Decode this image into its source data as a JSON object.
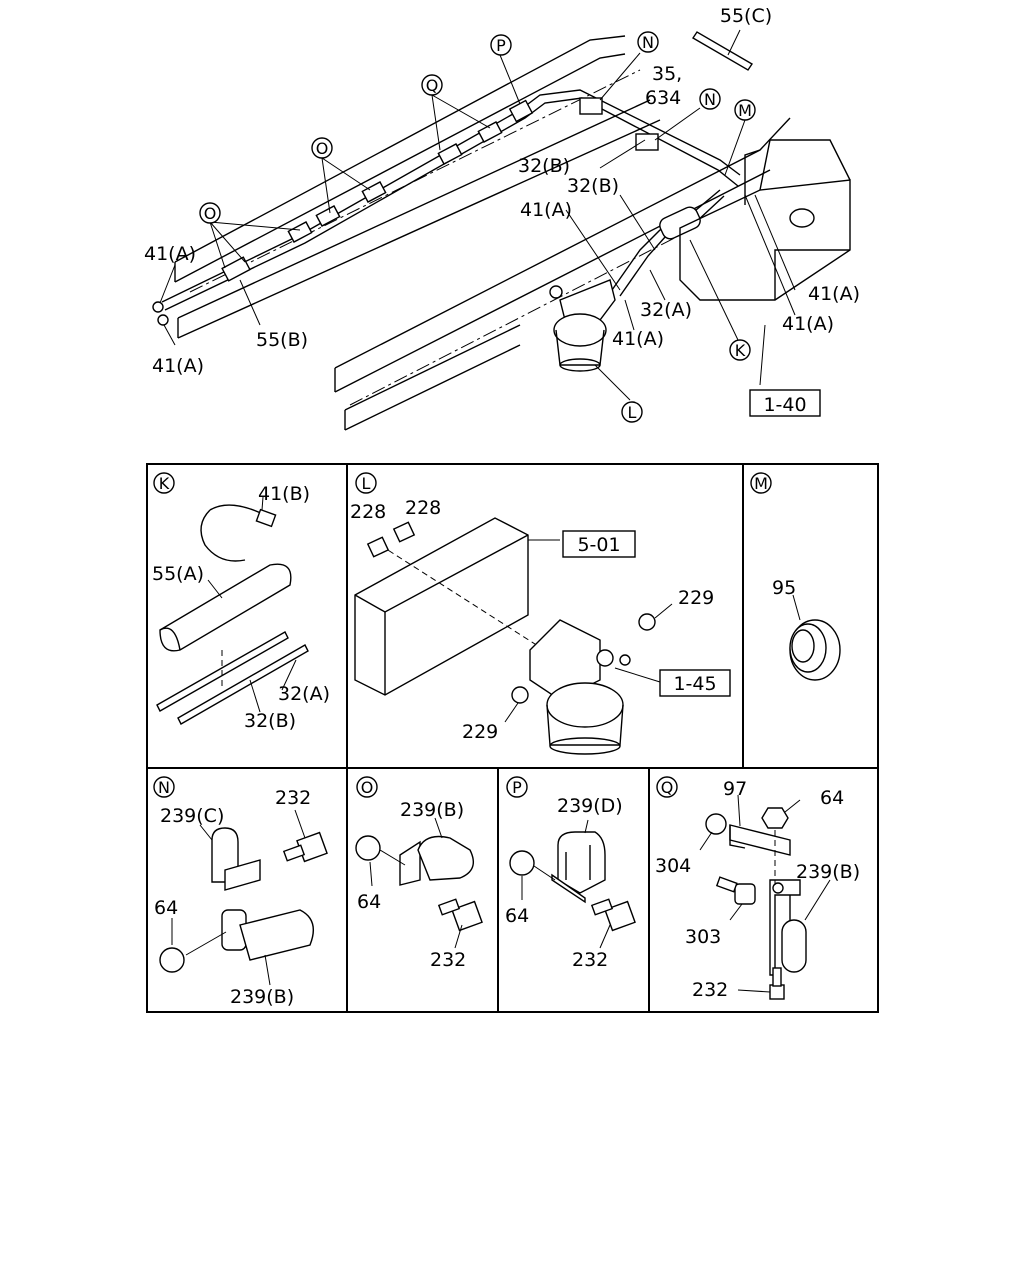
{
  "main": {
    "callouts": {
      "K": "K",
      "L": "L",
      "M": "M",
      "N": "N",
      "O": "O",
      "P": "P",
      "Q": "Q"
    },
    "labels": {
      "p55c": "55(C)",
      "p35": "35,",
      "p634": "634",
      "p32b_1": "32(B)",
      "p32b_2": "32(B)",
      "p41a_top": "41(A)",
      "p41a_left_up": "41(A)",
      "p41a_left_down": "41(A)",
      "p55b": "55(B)",
      "p32a": "32(A)",
      "p41a_mid": "41(A)",
      "p41a_r1": "41(A)",
      "p41a_r2": "41(A)",
      "ref_140": "1-40"
    }
  },
  "panels": {
    "K": {
      "tag": "K",
      "labels": {
        "p41b": "41(B)",
        "p55a": "55(A)",
        "p32a": "32(A)",
        "p32b": "32(B)"
      }
    },
    "L": {
      "tag": "L",
      "labels": {
        "p228a": "228",
        "p228b": "228",
        "ref_501": "5-01",
        "p229a": "229",
        "ref_145": "1-45",
        "p229b": "229"
      }
    },
    "M": {
      "tag": "M",
      "labels": {
        "p95": "95"
      }
    },
    "N": {
      "tag": "N",
      "labels": {
        "p239c": "239(C)",
        "p232": "232",
        "p64": "64",
        "p239b": "239(B)"
      }
    },
    "O": {
      "tag": "O",
      "labels": {
        "p239b": "239(B)",
        "p64": "64",
        "p232": "232"
      }
    },
    "P": {
      "tag": "P",
      "labels": {
        "p239d": "239(D)",
        "p64": "64",
        "p232": "232"
      }
    },
    "Q": {
      "tag": "Q",
      "labels": {
        "p97": "97",
        "p64": "64",
        "p304": "304",
        "p239b": "239(B)",
        "p303": "303",
        "p232": "232"
      }
    }
  }
}
